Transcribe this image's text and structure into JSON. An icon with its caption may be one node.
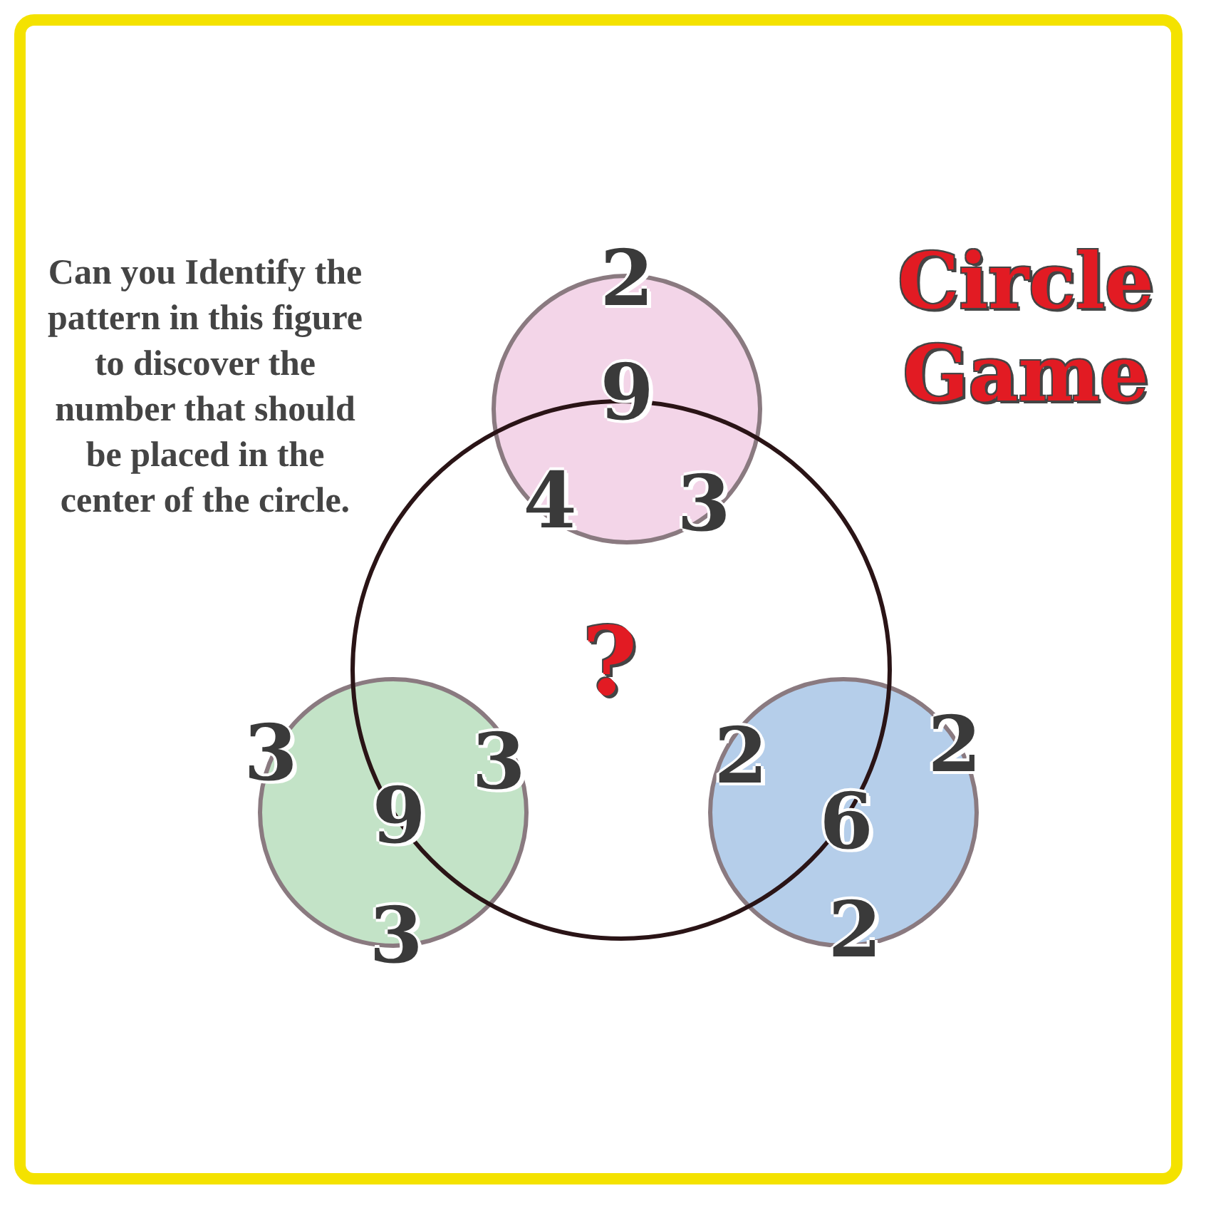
{
  "diagram": {
    "title": "Circle Game",
    "nodes": [
      {
        "text": [
          "2",
          "9",
          "4",
          "3"
        ]
      },
      {
        "text": [
          "?"
        ]
      },
      {
        "text": [
          "3",
          "3",
          "9",
          "3"
        ]
      },
      {
        "text": [
          "2",
          "2",
          "6",
          "2"
        ]
      }
    ],
    "labels": [
      "Can you Identify the pattern in this figure to discover the number that should be placed in the center of the circle."
    ]
  }
}
